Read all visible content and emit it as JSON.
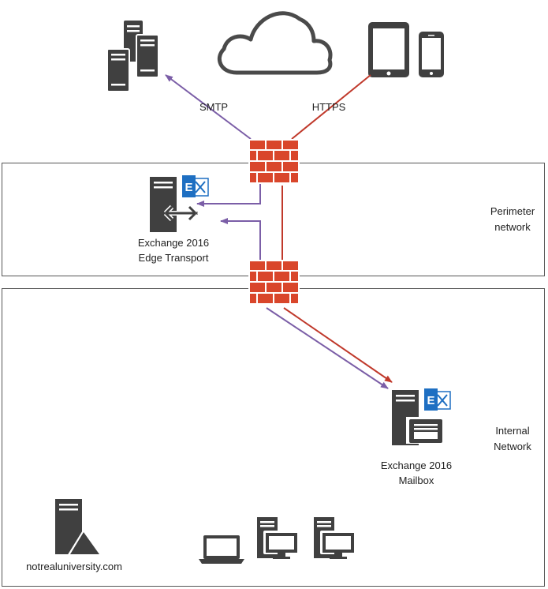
{
  "zones": {
    "perimeter": {
      "label_line1": "Perimeter",
      "label_line2": "network"
    },
    "internal": {
      "label_line1": "Internal",
      "label_line2": "Network"
    }
  },
  "connections": {
    "smtp_label": "SMTP",
    "https_label": "HTTPS"
  },
  "servers": {
    "edge": {
      "line1": "Exchange 2016",
      "line2": "Edge Transport",
      "badge": "E"
    },
    "mailbox": {
      "line1": "Exchange 2016",
      "line2": "Mailbox",
      "badge": "E"
    },
    "domain_controller": {
      "label": "notrealuniversity.com"
    }
  },
  "colors": {
    "smtp_arrow": "#7b5ea7",
    "https_arrow": "#c0392b",
    "firewall_brick": "#d9462b",
    "device_gray": "#404040",
    "exchange_blue": "#1e6fc2"
  }
}
